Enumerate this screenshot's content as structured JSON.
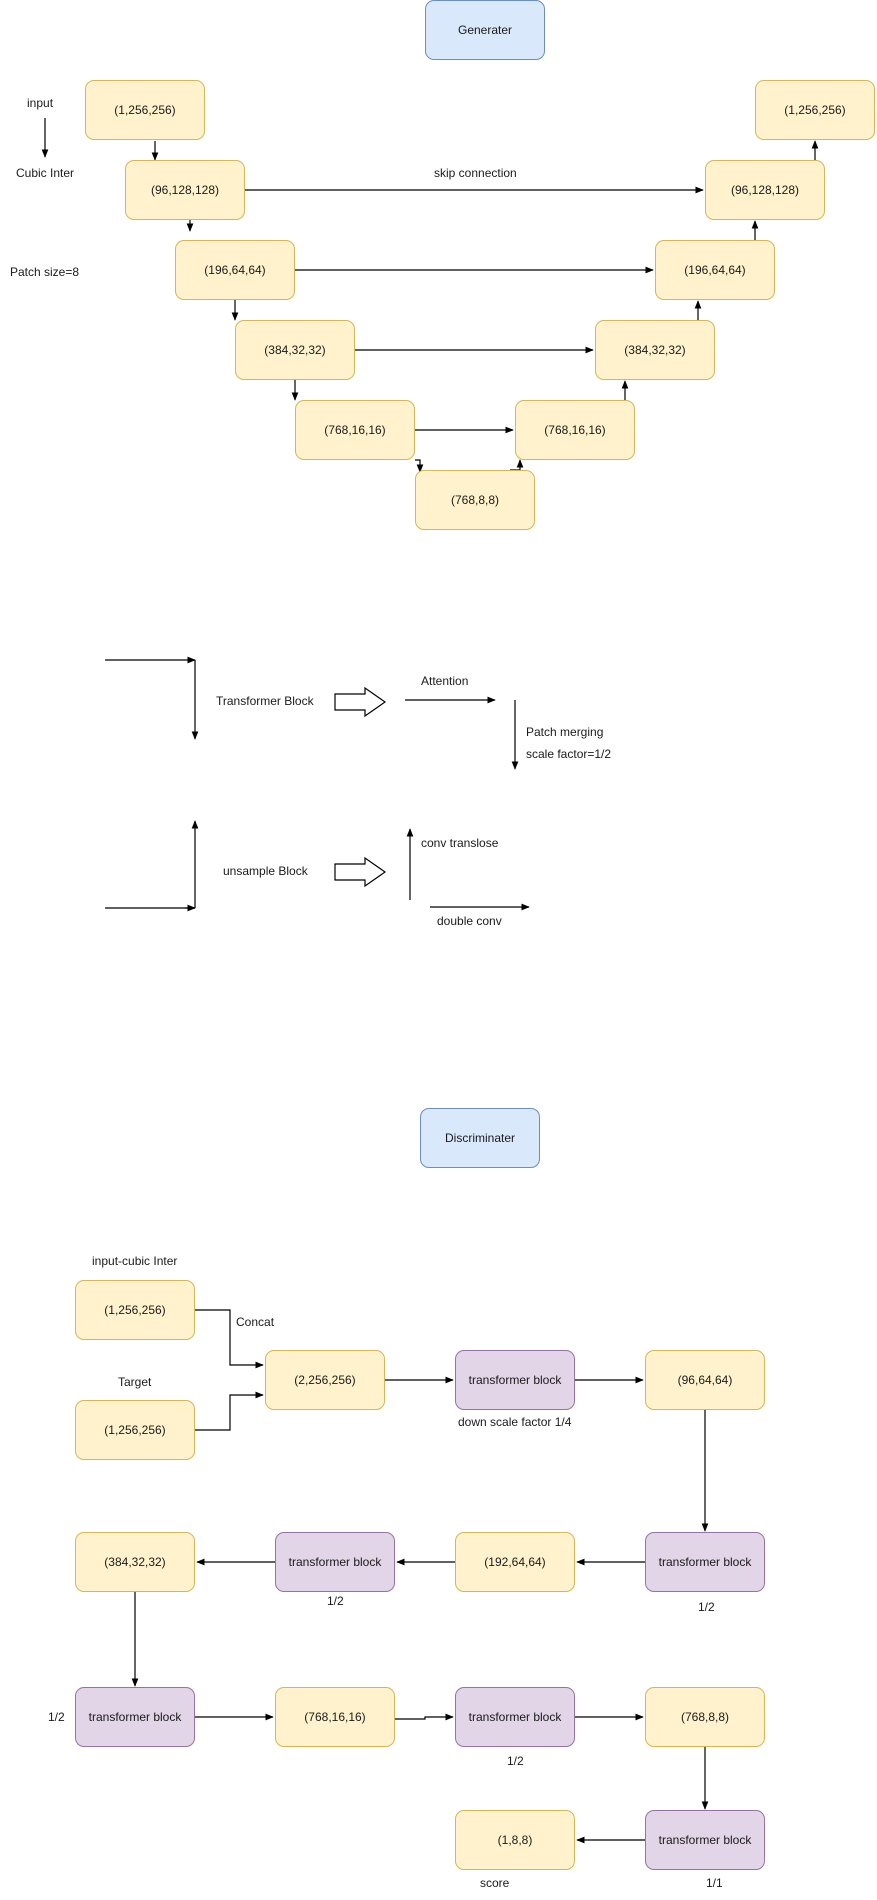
{
  "generator": {
    "title": "Generater",
    "input_label": "input",
    "interp_label": "Cubic Inter",
    "patch_label": "Patch size=8",
    "skip_label": "skip connection",
    "enc": [
      "(1,256,256)",
      "(96,128,128)",
      "(196,64,64)",
      "(384,32,32)",
      "(768,16,16)"
    ],
    "bottleneck": "(768,8,8)",
    "dec": [
      "(768,16,16)",
      "(384,32,32)",
      "(196,64,64)",
      "(96,128,128)",
      "(1,256,256)"
    ]
  },
  "legend": {
    "transformer_block": "Transformer Block",
    "attention": "Attention",
    "patch_merging": "Patch merging",
    "scale_factor": "scale factor=1/2",
    "unsample_block": "unsample Block",
    "conv_translose": "conv translose",
    "double_conv": "double conv"
  },
  "discriminator": {
    "title": "Discriminater",
    "input_label": "input-cubic Inter",
    "input_box": "(1,256,256)",
    "target_label": "Target",
    "target_box": "(1,256,256)",
    "concat_label": "Concat",
    "concat_box": "(2,256,256)",
    "tb": "transformer block",
    "down_scale": "down scale factor 1/4",
    "f96": "(96,64,64)",
    "f192": "(192,64,64)",
    "f384": "(384,32,32)",
    "f768_16": "(768,16,16)",
    "f768_8": "(768,8,8)",
    "score_box": "(1,8,8)",
    "score_label": "score",
    "half": "1/2",
    "one": "1/1"
  }
}
